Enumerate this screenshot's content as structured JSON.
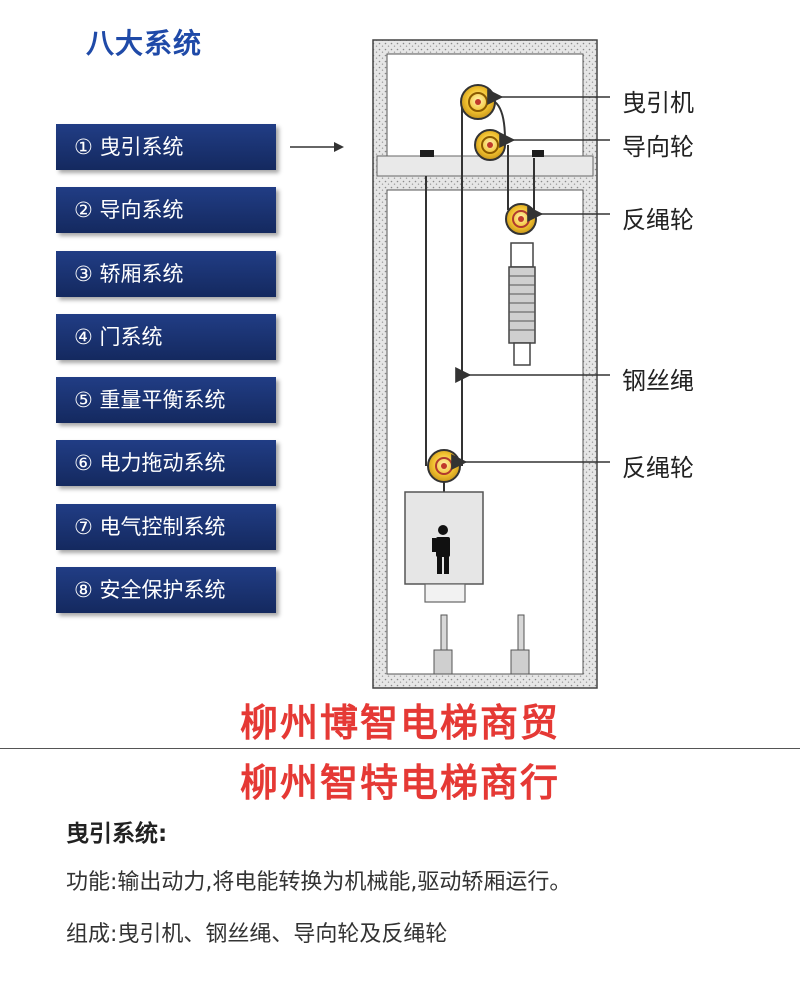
{
  "title": "八大系统",
  "systems": [
    "① 曳引系统",
    "② 导向系统",
    "③ 轿厢系统",
    "④ 门系统",
    "⑤ 重量平衡系统",
    "⑥ 电力拖动系统",
    "⑦ 电气控制系统",
    "⑧ 安全保护系统"
  ],
  "callouts": {
    "traction_machine": "曳引机",
    "guide_wheel": "导向轮",
    "diverter_top": "反绳轮",
    "wire_rope": "钢丝绳",
    "diverter_car": "反绳轮"
  },
  "watermarks": [
    "柳州博智电梯商贸",
    "柳州智特电梯商行"
  ],
  "description": {
    "heading": "曳引系统:",
    "function_line": "功能:输出动力,将电能转换为机械能,驱动轿厢运行。",
    "composition_line": "组成:曳引机、钢丝绳、导向轮及反绳轮"
  },
  "colors": {
    "button_bg": "#1a3370",
    "title": "#1f4aa8",
    "watermark": "#e53935",
    "sheave": "#f2c230"
  }
}
